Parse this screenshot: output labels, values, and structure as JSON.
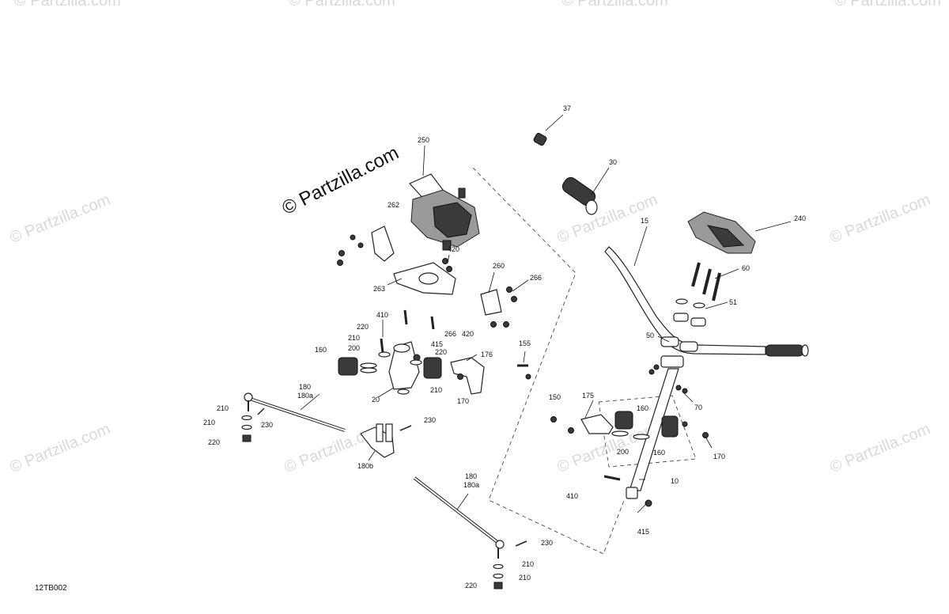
{
  "diagram_code": "12TB002",
  "copyright_text": "© Partzilla.com",
  "watermark_text": "© Partzilla.com",
  "callouts": {
    "c37": "37",
    "c30": "30",
    "c15": "15",
    "c240": "240",
    "c60": "60",
    "c51": "51",
    "c50": "50",
    "c70": "70",
    "c250": "250",
    "c262": "262",
    "c263": "263",
    "c420a": "420",
    "c420b": "420",
    "c260": "260",
    "c266a": "266",
    "c266b": "266",
    "c410a": "410",
    "c220a": "220",
    "c210a": "210",
    "c200a": "200",
    "c160a": "160",
    "c415a": "415",
    "c220b": "220",
    "c176": "176",
    "c155": "155",
    "c20": "20",
    "c210b": "210",
    "c170a": "170",
    "c180a": "180",
    "c180aa": "180a",
    "c210c": "210",
    "c210d": "210",
    "c230a": "230",
    "c220c": "220",
    "c230b": "230",
    "c180b": "180b",
    "c180c": "180",
    "c180ab": "180a",
    "c230c": "230",
    "c210e": "210",
    "c210f": "210",
    "c220d": "220",
    "c150": "150",
    "c175": "175",
    "c160b": "160",
    "c200b": "200",
    "c160c": "160",
    "c170b": "170",
    "c10": "10",
    "c410b": "410",
    "c415b": "415"
  }
}
